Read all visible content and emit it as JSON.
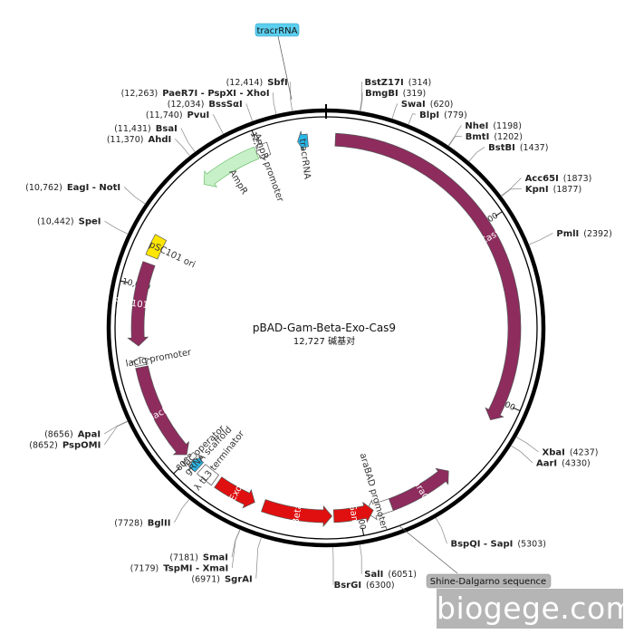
{
  "plasmid": {
    "name": "pBAD-Gam-Beta-Exo-Cas9",
    "size_text": "12,727 碱基对",
    "length_bp": 12727
  },
  "ticks": [
    {
      "bp": 2000,
      "label": "2000"
    },
    {
      "bp": 4000,
      "label": "4000"
    },
    {
      "bp": 6000,
      "label": "6000"
    },
    {
      "bp": 8000,
      "label": "8000"
    },
    {
      "bp": 10000,
      "label": "10,000"
    },
    {
      "bp": 12000,
      "label": "12,000"
    }
  ],
  "features": [
    {
      "id": "cas9",
      "name": "Cas9",
      "start": 100,
      "end": 4215,
      "strand": 1,
      "color": "#8e2c5e",
      "label_inside": true
    },
    {
      "id": "arac",
      "name": "araC",
      "start": 4930,
      "end": 5650,
      "strand": -1,
      "color": "#8e2c5e",
      "label_inside": true
    },
    {
      "id": "arabad-promoter",
      "name": "araBAD promoter",
      "start": 5650,
      "end": 5930,
      "strand": 1,
      "color": "#ffffff",
      "label_inside": false
    },
    {
      "id": "gam",
      "name": "Gam",
      "start": 5850,
      "end": 6280,
      "strand": -1,
      "color": "#e01010",
      "label_inside": true
    },
    {
      "id": "beta",
      "name": "Beta",
      "start": 6300,
      "end": 7050,
      "strand": -1,
      "color": "#e01010",
      "label_inside": true
    },
    {
      "id": "exo",
      "name": "Exo",
      "start": 7150,
      "end": 7600,
      "strand": -1,
      "color": "#e01010",
      "label_inside": true
    },
    {
      "id": "lambda-tl3-terminator",
      "name": "λ tL3 terminator",
      "start": 7640,
      "end": 7830,
      "strand": 0,
      "color": "#ffffff",
      "label_inside": false
    },
    {
      "id": "grna-scaffold",
      "name": "gRNA scaffold",
      "start": 7860,
      "end": 7960,
      "strand": 1,
      "color": "#29b6e8",
      "label_inside": false
    },
    {
      "id": "lac-operator",
      "name": "lac operator",
      "start": 7960,
      "end": 8020,
      "strand": 0,
      "color": "#ffffff",
      "label_inside": false
    },
    {
      "id": "laci",
      "name": "lacI",
      "start": 8050,
      "end": 9120,
      "strand": -1,
      "color": "#8e2c5e",
      "label_inside": true
    },
    {
      "id": "laciq-promoter",
      "name": "lacIq promoter",
      "start": 9140,
      "end": 9230,
      "strand": 1,
      "color": "#ffffff",
      "label_inside": false
    },
    {
      "id": "rep101",
      "name": "Rep101(Ts)",
      "start": 9350,
      "end": 10250,
      "strand": -1,
      "color": "#8e2c5e",
      "label_inside": true
    },
    {
      "id": "psc101-ori",
      "name": "pSC101 ori",
      "start": 10330,
      "end": 10560,
      "strand": 0,
      "color": "#ffe600",
      "label_inside": false
    },
    {
      "id": "ampr",
      "name": "AmpR",
      "start": 11300,
      "end": 11960,
      "strand": -1,
      "color": "#c8f0c8",
      "label_inside": false
    },
    {
      "id": "ampr-promoter",
      "name": "AmpR promoter",
      "start": 11960,
      "end": 12100,
      "strand": -1,
      "color": "#ffffff",
      "label_inside": false
    },
    {
      "id": "tracrrna-arrow",
      "name": "tracrRNA",
      "start": 12420,
      "end": 12530,
      "strand": -1,
      "color": "#29b6e8",
      "label_inside": false
    }
  ],
  "sites": [
    {
      "name": "BstZ17I",
      "pos_text": "(314)",
      "bp": 314
    },
    {
      "name": "BmgBI",
      "pos_text": "(319)",
      "bp": 319
    },
    {
      "name": "SwaI",
      "pos_text": "(620)",
      "bp": 620
    },
    {
      "name": "BlpI",
      "pos_text": "(779)",
      "bp": 779
    },
    {
      "name": "NheI",
      "pos_text": "(1198)",
      "bp": 1198
    },
    {
      "name": "BmtI",
      "pos_text": "(1202)",
      "bp": 1202
    },
    {
      "name": "BstBI",
      "pos_text": "(1437)",
      "bp": 1437
    },
    {
      "name": "Acc65I",
      "pos_text": "(1873)",
      "bp": 1873
    },
    {
      "name": "KpnI",
      "pos_text": "(1877)",
      "bp": 1877
    },
    {
      "name": "PmlI",
      "pos_text": "(2392)",
      "bp": 2392
    },
    {
      "name": "XbaI",
      "pos_text": "(4237)",
      "bp": 4237
    },
    {
      "name": "AarI",
      "pos_text": "(4330)",
      "bp": 4330
    },
    {
      "name": "BspQI - SapI",
      "pos_text": "(5303)",
      "bp": 5303
    },
    {
      "name": "SalI",
      "pos_text": "(6051)",
      "bp": 6051
    },
    {
      "name": "BsrGI",
      "pos_text": "(6300)",
      "bp": 6300
    },
    {
      "name": "SgrAI",
      "pos_text": "(6971)",
      "bp": 6971
    },
    {
      "name": "TspMI - XmaI",
      "pos_text": "(7179)",
      "bp": 7179
    },
    {
      "name": "SmaI",
      "pos_text": "(7181)",
      "bp": 7181
    },
    {
      "name": "BglII",
      "pos_text": "(7728)",
      "bp": 7728
    },
    {
      "name": "PspOMI",
      "pos_text": "(8652)",
      "bp": 8652
    },
    {
      "name": "ApaI",
      "pos_text": "(8656)",
      "bp": 8656
    },
    {
      "name": "SpeI",
      "pos_text": "(10,442)",
      "bp": 10442
    },
    {
      "name": "EagI - NotI",
      "pos_text": "(10,762)",
      "bp": 10762
    },
    {
      "name": "AhdI",
      "pos_text": "(11,370)",
      "bp": 11370
    },
    {
      "name": "BsaI",
      "pos_text": "(11,431)",
      "bp": 11431
    },
    {
      "name": "PvuI",
      "pos_text": "(11,740)",
      "bp": 11740
    },
    {
      "name": "BssSαI",
      "pos_text": "(12,034)",
      "bp": 12034
    },
    {
      "name": "PaeR7I - PspXI - XhoI",
      "pos_text": "(12,263)",
      "bp": 12263
    },
    {
      "name": "SbfI",
      "pos_text": "(12,414)",
      "bp": 12414
    }
  ],
  "tags": [
    {
      "id": "tracrrna-tag",
      "text": "tracrRNA",
      "color": "#5ccfef"
    },
    {
      "id": "shine-dalgarno-tag",
      "text": "Shine-Dalgarno sequence",
      "color": "#b4b4b4"
    }
  ],
  "watermark": "biogege.com"
}
